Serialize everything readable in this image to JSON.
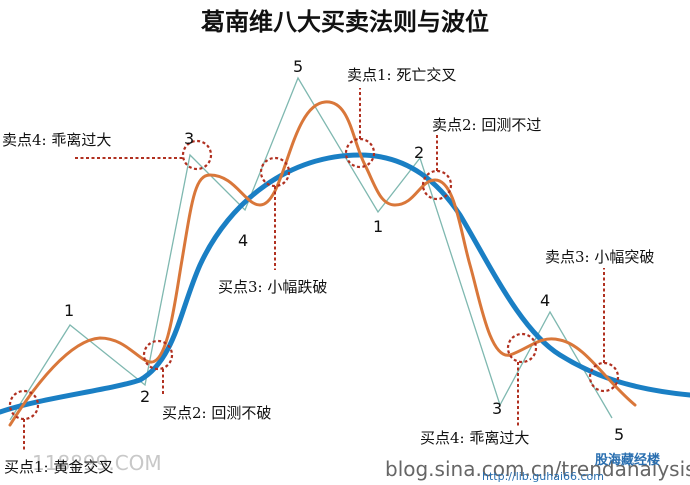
{
  "title": "葛南维八大买卖法则与波位",
  "labels": {
    "buy1": "买点1: 黄金交叉",
    "buy2": "买点2: 回测不破",
    "buy3": "买点3: 小幅跌破",
    "buy4": "买点4: 乖离过大",
    "sell1": "卖点1: 死亡交叉",
    "sell2": "卖点2: 回测不过",
    "sell3": "卖点3: 小幅突破",
    "sell4": "卖点4: 乖离过大"
  },
  "wave_numbers": {
    "up_1": "1",
    "up_2": "2",
    "up_3": "3",
    "up_4": "4",
    "up_5": "5",
    "down_1": "1",
    "down_2": "2",
    "down_3": "3",
    "down_4": "4",
    "down_5": "5"
  },
  "watermarks": {
    "left": "118899.COM",
    "blog": "blog.sina.com.cn/trendanalysis",
    "site_url": "http://lib.guhai66.com",
    "site_name": "股海藏经楼"
  },
  "colors": {
    "moving_average": "#1a7fc4",
    "price_curve": "#d9773a",
    "wave_line": "#7fb8b0",
    "marker_circle": "#b03020"
  }
}
